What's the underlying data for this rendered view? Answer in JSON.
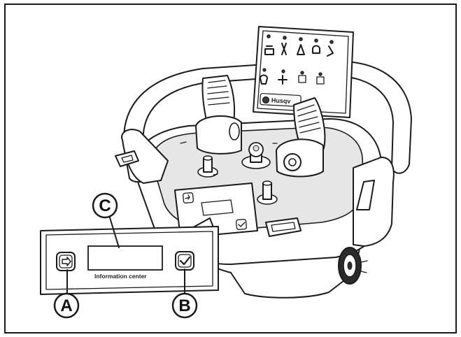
{
  "figure": {
    "callouts": [
      {
        "id": "A",
        "label": "A"
      },
      {
        "id": "B",
        "label": "B"
      },
      {
        "id": "C",
        "label": "C"
      }
    ],
    "inset_caption": "Information center",
    "brand_label": "Husqv",
    "icons": {
      "inset_left_button": "arrow-right-icon",
      "inset_right_button": "checkmark-icon"
    }
  }
}
